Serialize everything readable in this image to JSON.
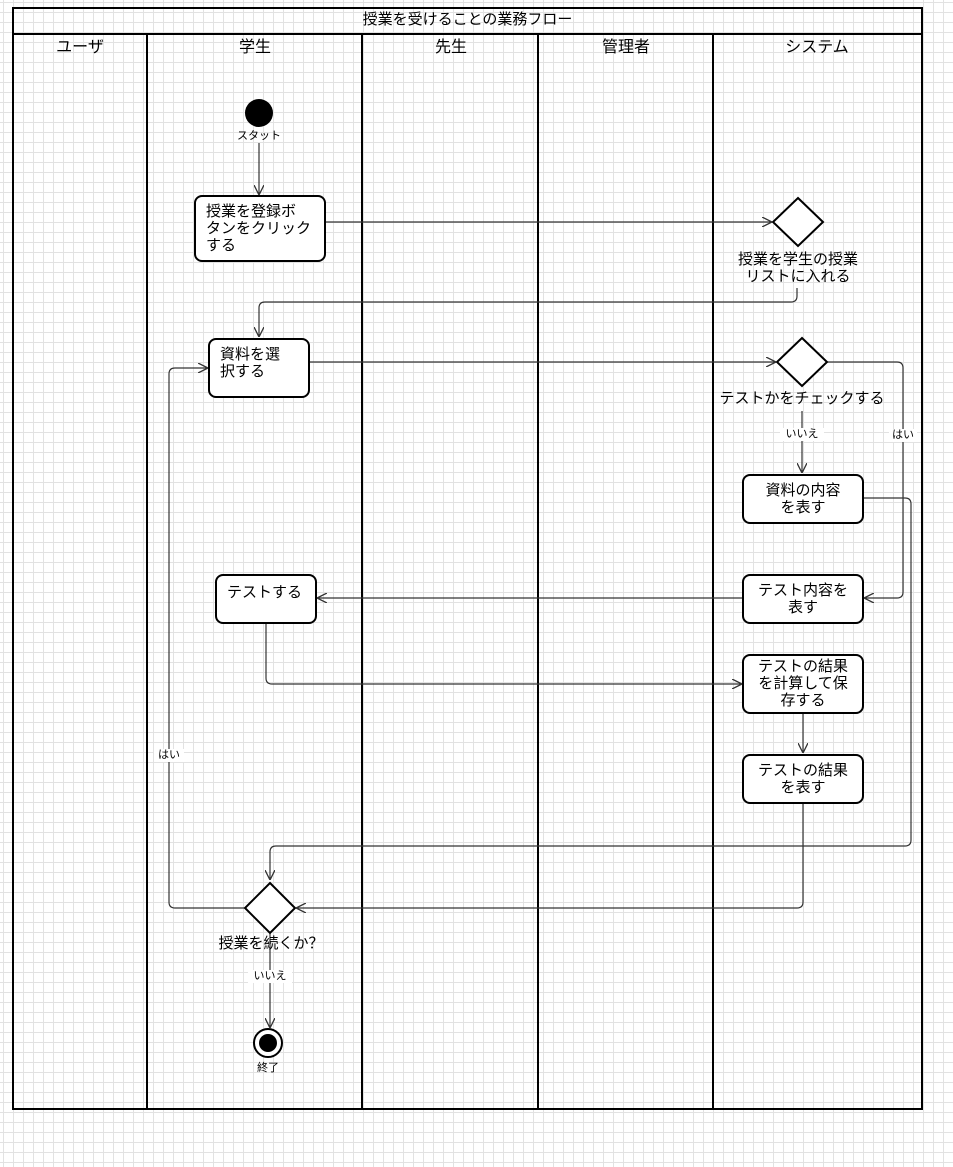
{
  "title": "授業を受けることの業務フロー",
  "lanes": [
    "ユーザ",
    "学生",
    "先生",
    "管理者",
    "システム"
  ],
  "nodes": {
    "start": "スタット",
    "click_register": "授業を登録ボ\nタンをクリック\nする",
    "decision_add": "授業を学生の授業\nリストに入れる",
    "select_material": "資料を選\n択する",
    "decision_test": "テストかをチェックする",
    "show_material": "資料の内容\nを表す",
    "take_test": "テストする",
    "show_test": "テスト内容を\n表す",
    "calc_save": "テストの結果\nを計算して保\n存する",
    "show_result": "テストの結果\nを表す",
    "decision_continue": "授業を続くか？",
    "end": "終了"
  },
  "edge_labels": {
    "test_no": "いいえ",
    "test_yes": "はい",
    "continue_yes": "はい",
    "continue_no": "いいえ"
  }
}
